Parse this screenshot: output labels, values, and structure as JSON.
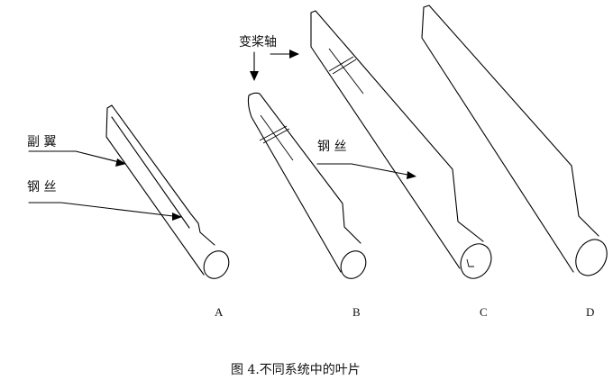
{
  "labels": {
    "aileron": "副 翼",
    "steel_wire_a": "钢 丝",
    "steel_wire_bc": "钢 丝",
    "pitch_axis": "变桨轴"
  },
  "blades": [
    {
      "id": "A",
      "letter": "A"
    },
    {
      "id": "B",
      "letter": "B"
    },
    {
      "id": "C",
      "letter": "C"
    },
    {
      "id": "D",
      "letter": "D"
    }
  ],
  "caption": "图 4.不同系统中的叶片"
}
